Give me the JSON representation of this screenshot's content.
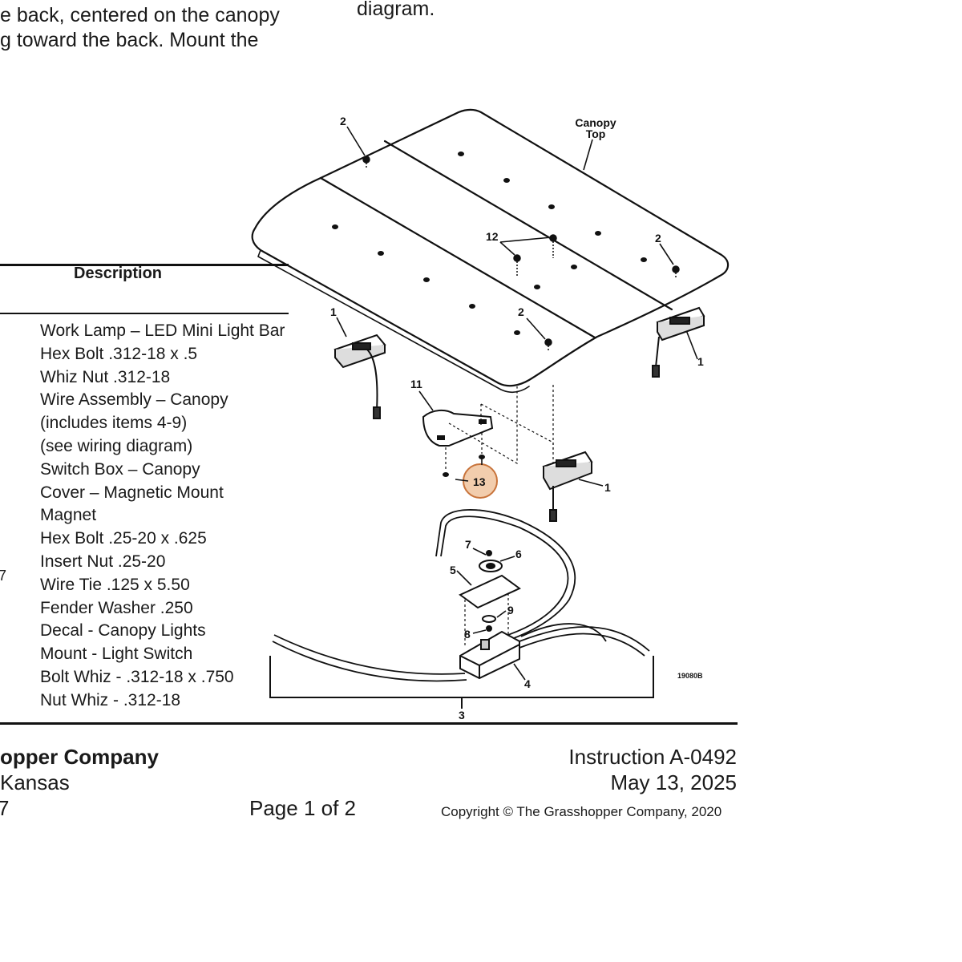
{
  "intro": {
    "line1": "e back, centered on the canopy",
    "line2": "g toward the back.  Mount the",
    "right_line": "diagram."
  },
  "parts_table": {
    "header": "Description",
    "items": [
      "Work Lamp – LED Mini Light Bar",
      "Hex Bolt .312-18 x .5",
      "Whiz Nut .312-18",
      "Wire Assembly – Canopy",
      "(includes items 4-9)",
      "(see wiring diagram)",
      "Switch Box – Canopy",
      "Cover – Magnetic Mount",
      "Magnet",
      "Hex Bolt .25-20 x .625",
      "Insert Nut .25-20",
      "Wire Tie .125 x 5.50",
      "Fender Washer .250",
      "Decal - Canopy Lights",
      "Mount - Light Switch",
      "Bolt Whiz - .312-18 x .750",
      "Nut Whiz - .312-18"
    ],
    "left_edge_mark": "7"
  },
  "diagram": {
    "canopy_label_line1": "Canopy",
    "canopy_label_line2": "Top",
    "callouts": {
      "c1a": "1",
      "c1b": "1",
      "c1c": "1",
      "c2a": "2",
      "c2b": "2",
      "c2c": "2",
      "c3": "3",
      "c4": "4",
      "c5": "5",
      "c6": "6",
      "c7": "7",
      "c8": "8",
      "c9": "9",
      "c11": "11",
      "c12": "12",
      "c13": "13"
    },
    "figure_id": "19080B",
    "highlight_color": "#e8a46a"
  },
  "footer": {
    "company": "opper Company",
    "location": " Kansas",
    "left_fragment": "7",
    "page": "Page 1 of 2",
    "instruction": "Instruction A-0492",
    "date": "May 13, 2025",
    "copyright": "Copyright © The Grasshopper Company, 2020"
  }
}
